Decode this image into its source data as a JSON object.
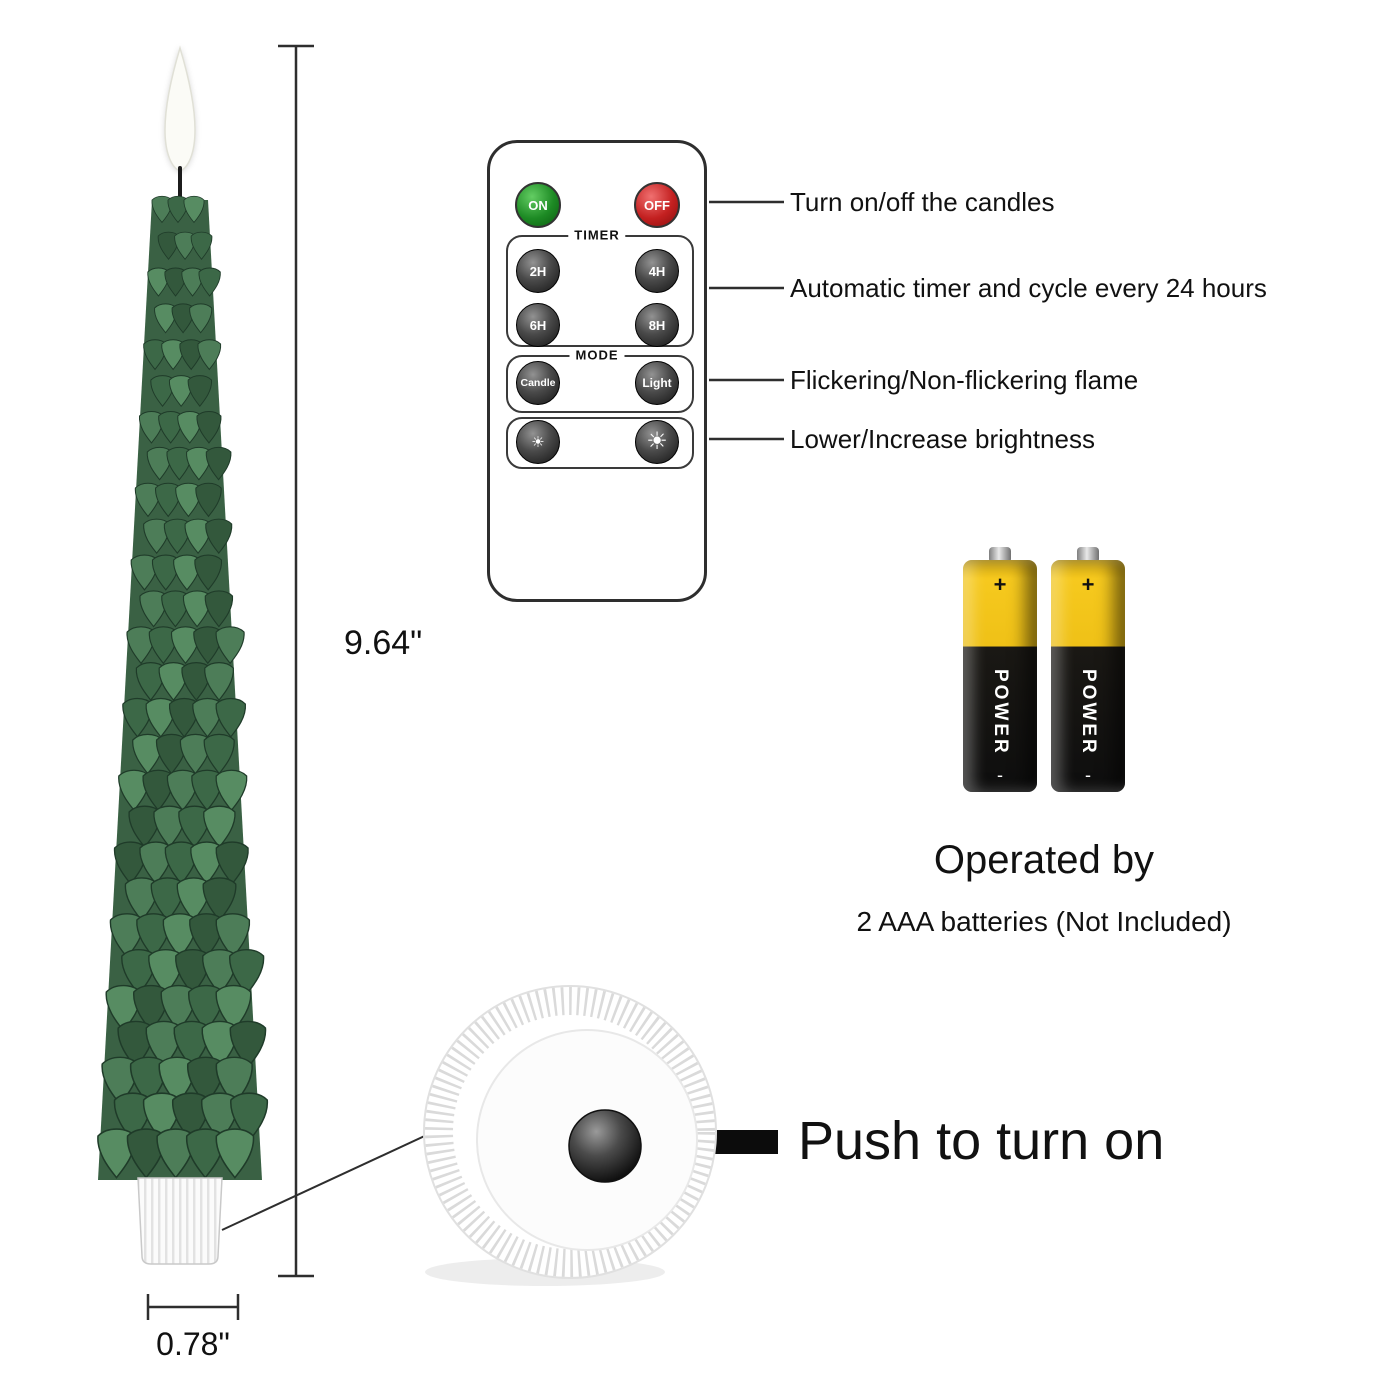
{
  "dimensions": {
    "height_label": "9.64\"",
    "width_label": "0.78\""
  },
  "remote": {
    "on_label": "ON",
    "off_label": "OFF",
    "timer_label": "TIMER",
    "timer_buttons": [
      "2H",
      "4H",
      "6H",
      "8H"
    ],
    "mode_label": "MODE",
    "candle_label": "Candle",
    "light_label": "Light",
    "sun_small_icon": "☀",
    "sun_large_icon": "☀"
  },
  "callouts": [
    "Turn on/off the candles",
    "Automatic timer and cycle every 24 hours",
    "Flickering/Non-flickering flame",
    "Lower/Increase brightness"
  ],
  "batteries": {
    "brand_label": "POWER",
    "plus_label": "+",
    "minus_label": "-",
    "operated_by": "Operated by",
    "note": "2 AAA batteries (Not Included)"
  },
  "closeup": {
    "push_label": "Push to turn on"
  },
  "colors": {
    "on_green": "#1e8a24",
    "off_red": "#c22020",
    "battery_yellow": "#efc117",
    "tree_green": "#3c6847"
  }
}
